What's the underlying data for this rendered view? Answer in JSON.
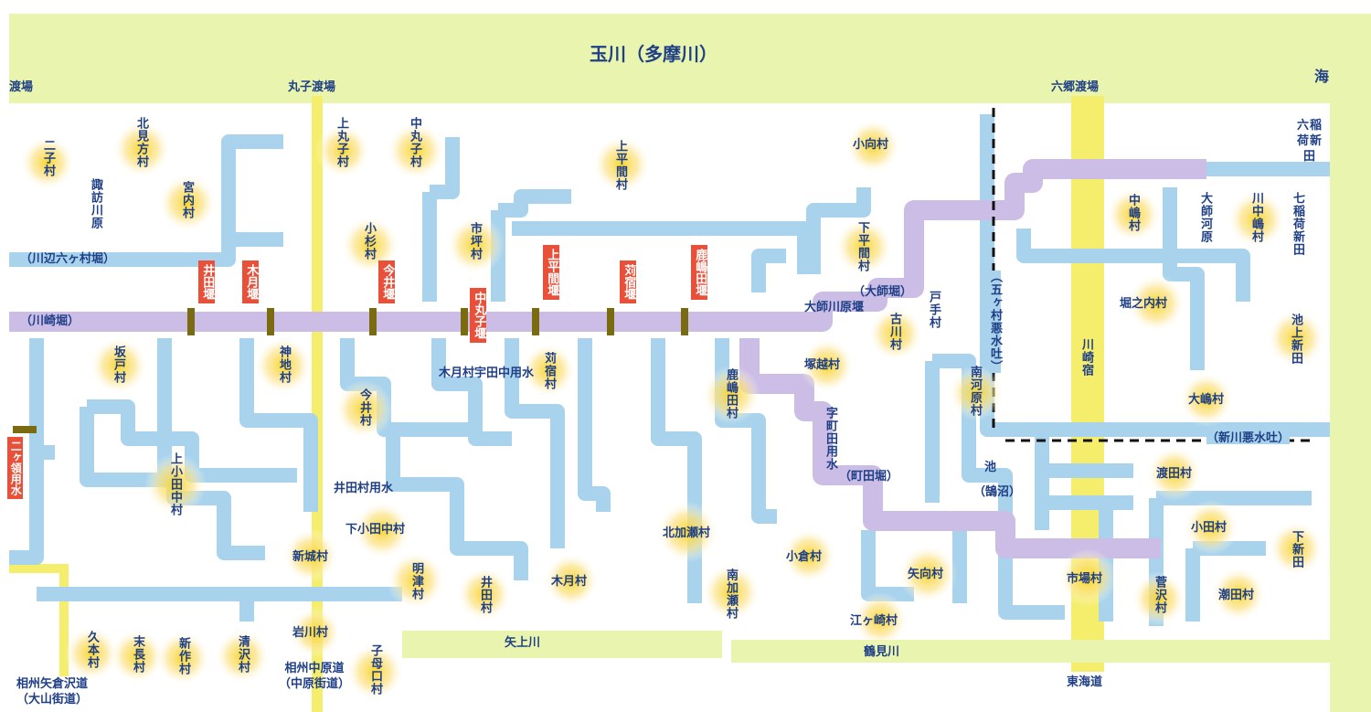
{
  "river": {
    "title": "玉川（多摩川）",
    "sea": "海"
  },
  "crossings": {
    "left": "渡場",
    "maruko": "丸子渡場",
    "rokugo": "六郷渡場"
  },
  "roads": {
    "yagura": "相州矢倉沢道\n（大山街道）",
    "nakahara": "相州中原道\n（中原街道）",
    "tokaido": "東海道",
    "kawasakijuku": "川崎宿"
  },
  "weirs": [
    "井田堰",
    "木月堰",
    "今井堰",
    "中丸子堰",
    "上平間堰",
    "苅宿堰",
    "鹿嶋田堰",
    "二ヶ領用水"
  ],
  "channels": {
    "kawabe": "（川辺六ヶ村堀）",
    "kawasakibori": "（川崎堀）",
    "daishi": "（大師堀）",
    "daishigawara": "大師川原堰",
    "kizuki_uda": "木月村宇田中用水",
    "ida_yosui": "井田村用水",
    "azamachi": "字町田用水",
    "machidabori": "（町田堀）",
    "gokason": "（五ヶ村悪水吐）",
    "shinkawa": "（新川悪水吐）",
    "yagamigawa": "矢上川",
    "tsurumigawa": "鶴見川",
    "ike": "池",
    "kugenuma": "（鵠沼）"
  },
  "villages": [
    "二子村",
    "北見方村",
    "諏訪川原",
    "宮内村",
    "上丸子村",
    "中丸子村",
    "上平間村",
    "小向村",
    "小杉村",
    "市坪村",
    "下平間村",
    "六稲荷新田",
    "中嶋村",
    "大師河原",
    "川中嶋村",
    "七稲荷新田",
    "堀之内村",
    "戸手村",
    "古川村",
    "塚越村",
    "池上新田",
    "大嶋村",
    "坂戸村",
    "神地村",
    "今井村",
    "苅宿村",
    "鹿嶋田村",
    "南河原村",
    "上小田中村",
    "下小田中村",
    "新城村",
    "明津村",
    "井田村",
    "木月村",
    "北加瀬村",
    "南加瀬村",
    "小倉村",
    "矢向村",
    "江ヶ崎村",
    "渡田村",
    "小田村",
    "下新田",
    "市場村",
    "菅沢村",
    "潮田村",
    "岩川村",
    "久本村",
    "末長村",
    "新作村",
    "清沢村",
    "子母口村"
  ],
  "colors": {
    "river": "#e9f5ae",
    "canal": "#a9d3ec",
    "main_canal": "#cbbde6",
    "road": "#f5ee6c",
    "weir": "#e8503a",
    "village": "#fbe38a"
  }
}
